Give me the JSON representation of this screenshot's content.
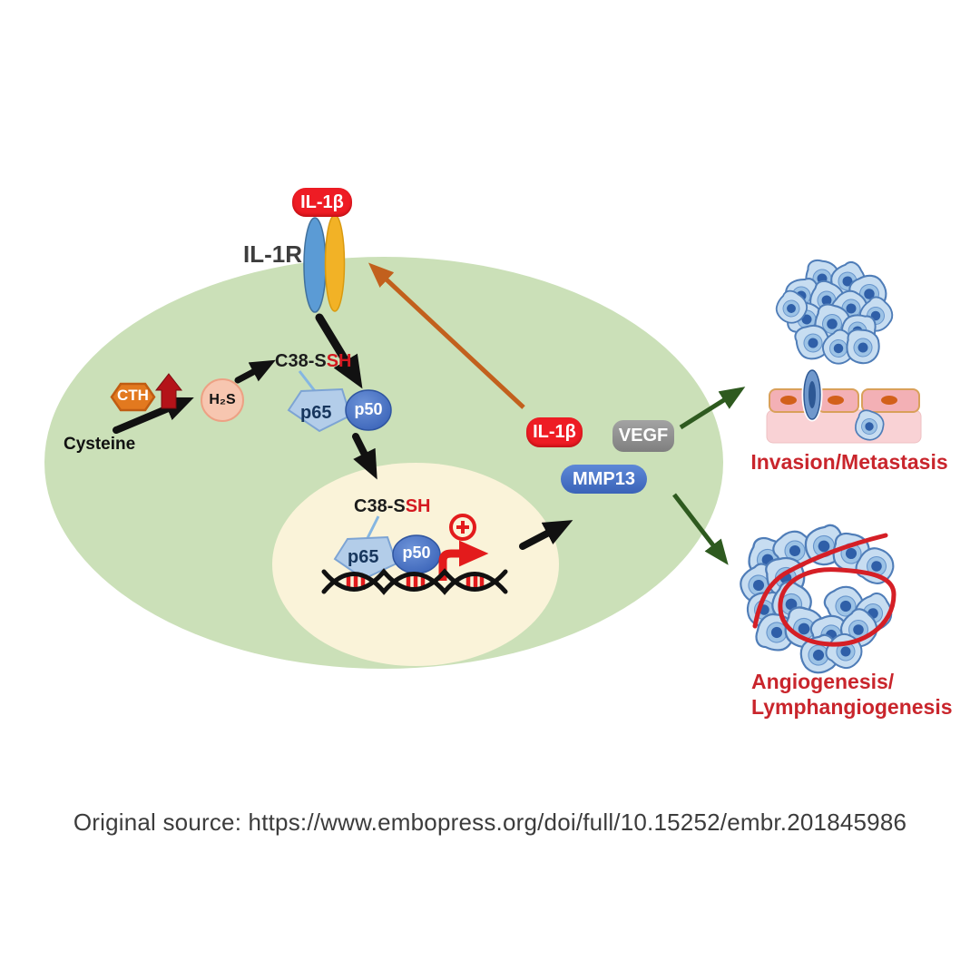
{
  "labels": {
    "il1b": "IL-1β",
    "il1r": "IL-1R",
    "c38_black": "C38-S",
    "c38_red": "SH",
    "p65": "p65",
    "p50": "p50",
    "cth": "CTH",
    "h2s": "H₂S",
    "cysteine": "Cysteine",
    "vegf": "VEGF",
    "mmp13": "MMP13"
  },
  "outcomes": {
    "invasion": "Invasion/Metastasis",
    "angiogenesis_line1": "Angiogenesis/",
    "angiogenesis_line2": "Lymphangiogenesis"
  },
  "caption": "Original source: https://www.embopress.org/doi/full/10.15252/embr.201845986",
  "icons": {
    "plus-icon": "circled plus (transcription activation)",
    "up-arrow-icon": "red block up arrow (CTH upregulation)",
    "dna-icon": "DNA double helix with red binding sites",
    "receptor-icon": "IL-1R two-subunit membrane receptor",
    "tumor-cell-cluster-icon": "cluster of blue tumor cells",
    "epithelium-icon": "epithelial layer with invading cell",
    "vessel-icon": "red vessel loop over tumor cells"
  },
  "colors": {
    "cell_fill": "#cbe0b8",
    "nucleus_fill": "#faf3d9",
    "il1b_red": "#ee1c24",
    "vegf_gray": "#8f8f8f",
    "mmp13_blue": "#3f6ec0",
    "outcome_red": "#c9252c",
    "orange_arrow": "#c2601d",
    "green_arrow": "#2e5a1f",
    "receptor_blue": "#5b9bd5",
    "receptor_yellow": "#f2b226",
    "cth_orange": "#e2791f",
    "h2s_pink": "#f7c6b0",
    "dna_red": "#e31b1c",
    "black_arrow": "#111111"
  }
}
